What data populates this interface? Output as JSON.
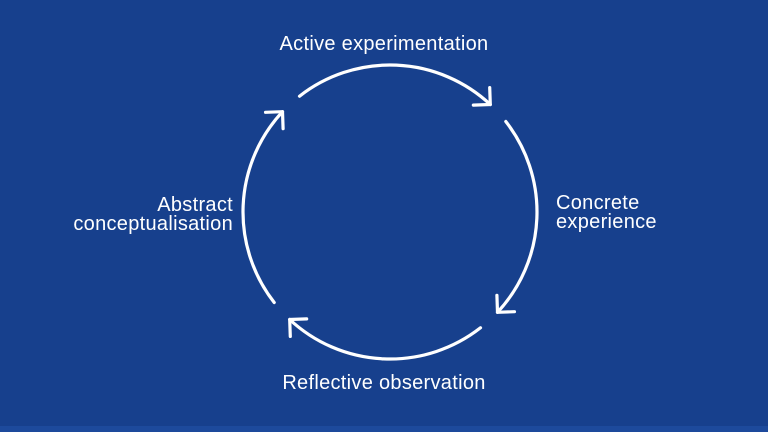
{
  "slide": {
    "colors": {
      "background": "#17408d",
      "line": "#ffffff",
      "text": "#ffffff",
      "bottom_bar": "#1d4a9c"
    }
  },
  "diagram": {
    "type": "cycle",
    "direction": "clockwise",
    "stages": [
      {
        "position": "top",
        "label": "Active experimentation"
      },
      {
        "position": "right",
        "label": "Concrete experience",
        "lines": [
          "Concrete",
          "experience"
        ]
      },
      {
        "position": "bottom",
        "label": "Reflective observation"
      },
      {
        "position": "left",
        "label": "Abstract conceptualisation",
        "lines": [
          "Abstract",
          "conceptualisation"
        ]
      }
    ]
  }
}
